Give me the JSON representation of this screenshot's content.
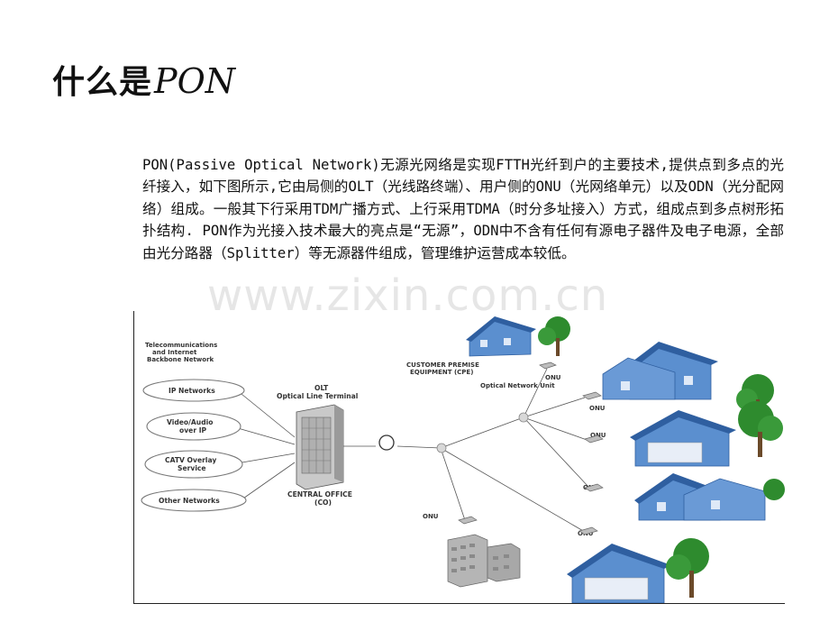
{
  "slide": {
    "title_cn": "什么是",
    "title_en": "PON",
    "body": "PON(Passive Optical Network)无源光网络是实现FTTH光纤到户的主要技术,提供点到多点的光纤接入，如下图所示,它由局侧的OLT（光线路终端）、用户侧的ONU（光网络单元）以及ODN（光分配网络）组成。一般其下行采用TDM广播方式、上行采用TDMA（时分多址接入）方式，组成点到多点树形拓扑结构. PON作为光接入技术最大的亮点是“无源”，ODN中不含有任何有源电子器件及电子电源，全部由光分路器（Splitter）等无源器件组成，管理维护运营成本较低。",
    "watermark": "www.zixin.com.cn"
  },
  "diagram": {
    "backbone_title_1": "Telecommunications",
    "backbone_title_2": "and Internet",
    "backbone_title_3": "Backbone Network",
    "cloud_1": "IP Networks",
    "cloud_2a": "Video/Audio",
    "cloud_2b": "over IP",
    "cloud_3a": "CATV Overlay",
    "cloud_3b": "Service",
    "cloud_4": "Other Networks",
    "olt_1": "OLT",
    "olt_2": "Optical Line Terminal",
    "co_1": "CENTRAL OFFICE",
    "co_2": "(CO)",
    "cpe_1": "CUSTOMER PREMISE",
    "cpe_2": "EQUIPMENT (CPE)",
    "onu_top_1": "ONU",
    "onu_top_2": "Optical Network Unit",
    "onu_a": "ONU",
    "onu_b": "ONU",
    "onu_c": "ONU",
    "onu_d": "ONU",
    "onu_e": "ONU",
    "colors": {
      "house": "#4a7fc0",
      "house_roof": "#2f5fa0",
      "tree": "#2e8b2e",
      "cloud_stroke": "#777777",
      "line": "#555555"
    }
  }
}
